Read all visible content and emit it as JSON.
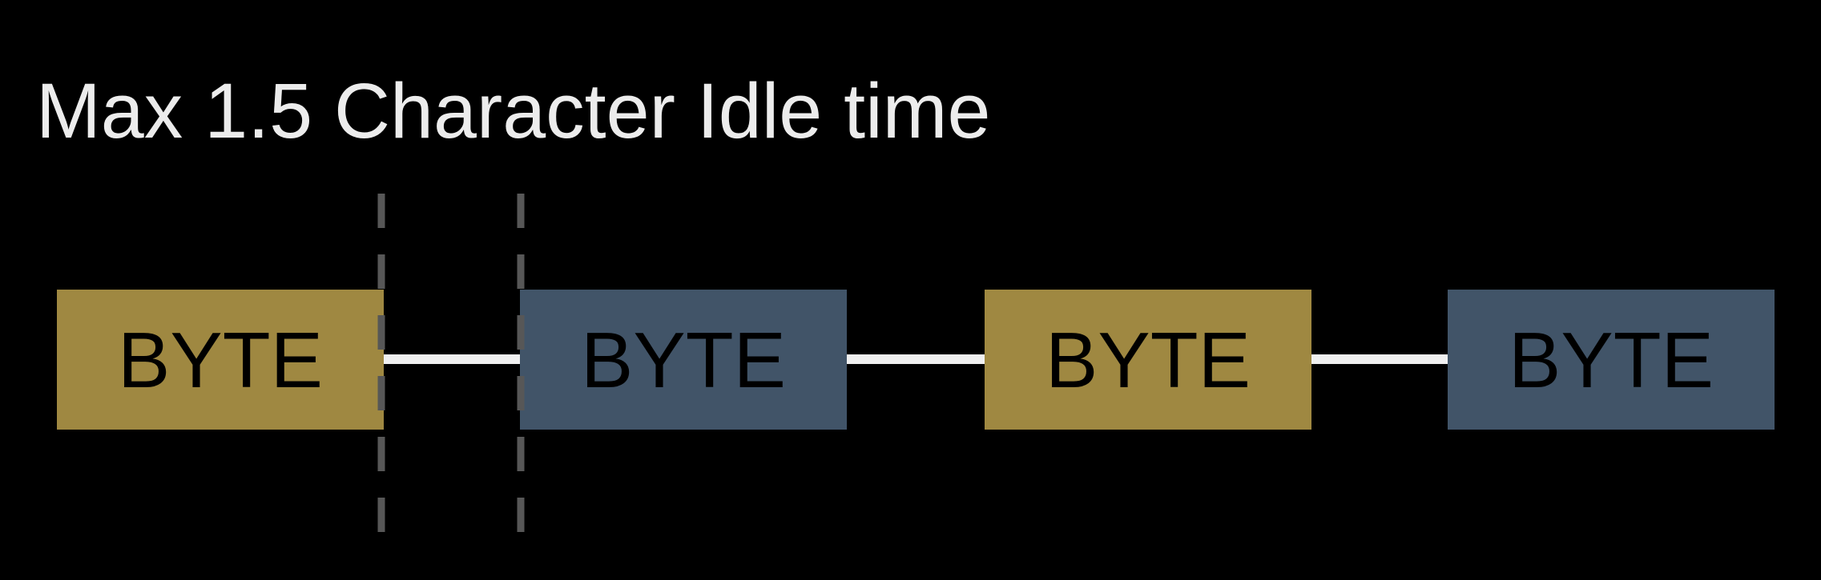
{
  "diagram": {
    "title": "Max 1.5 Character Idle time",
    "byte_boxes": [
      {
        "label": "BYTE",
        "variant": "gold"
      },
      {
        "label": "BYTE",
        "variant": "blue"
      },
      {
        "label": "BYTE",
        "variant": "gold"
      },
      {
        "label": "BYTE",
        "variant": "blue"
      }
    ],
    "idle_gap": {
      "location": "between first and second byte box",
      "marker": "two vertical dashed lines"
    }
  },
  "colors": {
    "background": "#000000",
    "title_color": "#ececec",
    "byte_gold": "#9f8841",
    "byte_blue": "#415468",
    "byte_text": "#000000",
    "connector_white": "#f0f0f0",
    "dash_gray": "#575757"
  }
}
